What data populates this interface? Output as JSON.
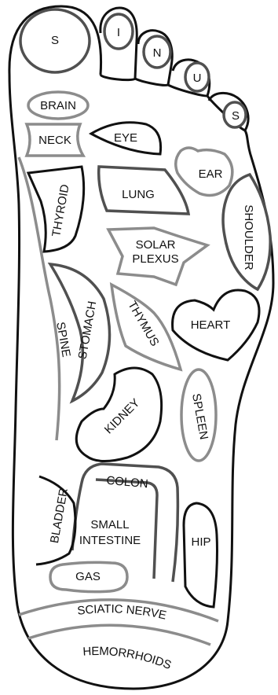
{
  "zones": {
    "sinus_s1": "S",
    "sinus_i": "I",
    "sinus_n": "N",
    "sinus_u": "U",
    "sinus_s2": "S",
    "brain": "BRAIN",
    "neck": "NECK",
    "eye": "EYE",
    "ear": "EAR",
    "thyroid": "THYROID",
    "lung": "LUNG",
    "shoulder": "SHOULDER",
    "solar_plexus_line1": "SOLAR",
    "solar_plexus_line2": "PLEXUS",
    "spine": "SPINE",
    "stomach": "STOMACH",
    "thymus": "THYMUS",
    "heart": "HEART",
    "kidney": "KIDNEY",
    "spleen": "SPLEEN",
    "colon": "COLON",
    "bladder": "BLADDER",
    "small_intestine_line1": "SMALL",
    "small_intestine_line2": "INTESTINE",
    "hip": "HIP",
    "gas": "GAS",
    "sciatic_nerve": "SCIATIC NERVE",
    "hemorrhoids": "HEMORRHOIDS"
  },
  "colors": {
    "outline": "#111111",
    "gray_zone": "#8c8c8c",
    "dark_zone": "#505050"
  }
}
